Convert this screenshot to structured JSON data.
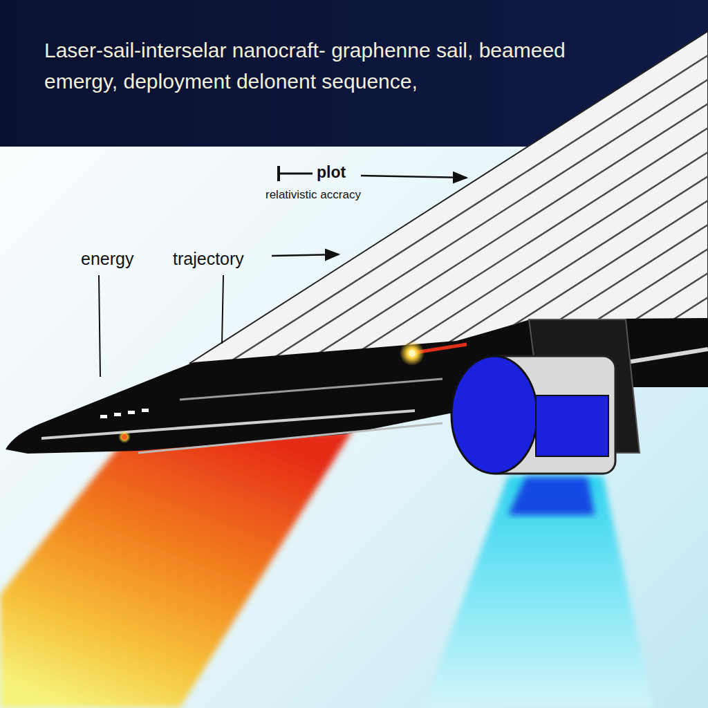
{
  "diagram": {
    "title": "Laser-sail-interselar nanocraft- graphenne sail, beameed emergy, deployment delonent sequence,",
    "labels": [
      "plot",
      "relativistic accracy",
      "energy",
      "trajectory"
    ]
  }
}
